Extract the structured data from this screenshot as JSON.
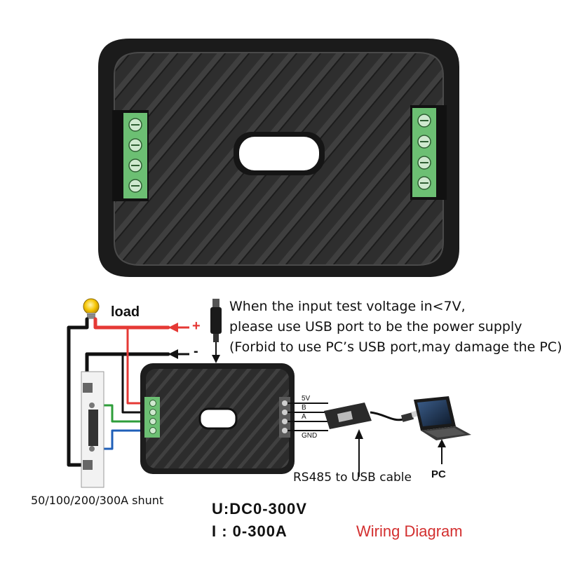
{
  "load_label": "load",
  "note_lines": [
    "When the input test voltage in<7V,",
    "please use USB port to be the power supply",
    "(Forbid to use PC’s USB port,may damage the PC)"
  ],
  "polarity": {
    "plus": "+",
    "minus": "-"
  },
  "rs485_pins": [
    "5V",
    "B",
    "A",
    "GND"
  ],
  "shunt_label": "50/100/200/300A shunt",
  "cable_label": "RS485 to USB cable",
  "pc_label": "PC",
  "specs": {
    "voltage": "U:DC0-300V",
    "current": "I : 0-300A"
  },
  "title": "Wiring Diagram",
  "colors": {
    "title": "#d32f2f",
    "positive_wire": "#e53935",
    "green_wire": "#2e9e3a",
    "blue_wire": "#1f5fb8",
    "terminal_block": "#6cbf73"
  },
  "icons": [
    "lightbulb-icon",
    "usb-plug-icon",
    "laptop-icon",
    "screw-terminal-icon"
  ]
}
